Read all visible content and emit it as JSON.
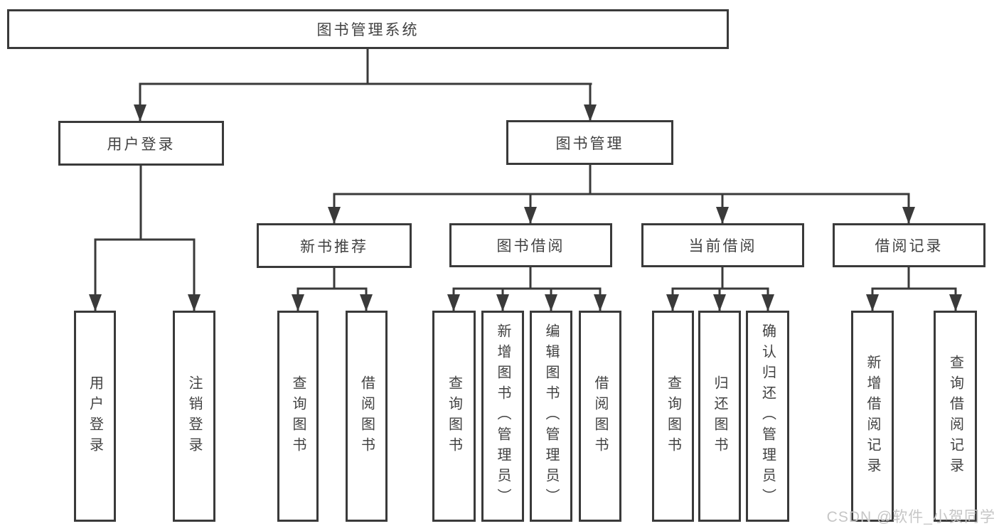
{
  "tree": {
    "label": "图书管理系统",
    "children": [
      {
        "label": "用户登录",
        "children": [
          {
            "label": "用户登录"
          },
          {
            "label": "注销登录"
          }
        ]
      },
      {
        "label": "图书管理",
        "children": [
          {
            "label": "新书推荐",
            "children": [
              {
                "label": "查询图书"
              },
              {
                "label": "借阅图书"
              }
            ]
          },
          {
            "label": "图书借阅",
            "children": [
              {
                "label": "查询图书"
              },
              {
                "label": "新增图书（管理员）"
              },
              {
                "label": "编辑图书（管理员）"
              },
              {
                "label": "借阅图书"
              }
            ]
          },
          {
            "label": "当前借阅",
            "children": [
              {
                "label": "查询图书"
              },
              {
                "label": "归还图书"
              },
              {
                "label": "确认归还（管理员）"
              }
            ]
          },
          {
            "label": "借阅记录",
            "children": [
              {
                "label": "新增借阅记录"
              },
              {
                "label": "查询借阅记录"
              }
            ]
          }
        ]
      }
    ]
  },
  "watermark": "CSDN @软件_小贺同学",
  "colors": {
    "line": "#3a3a3a",
    "box_border": "#3a3a3a",
    "text": "#424242",
    "watermark": "#c6c6c6",
    "background": "#ffffff"
  }
}
